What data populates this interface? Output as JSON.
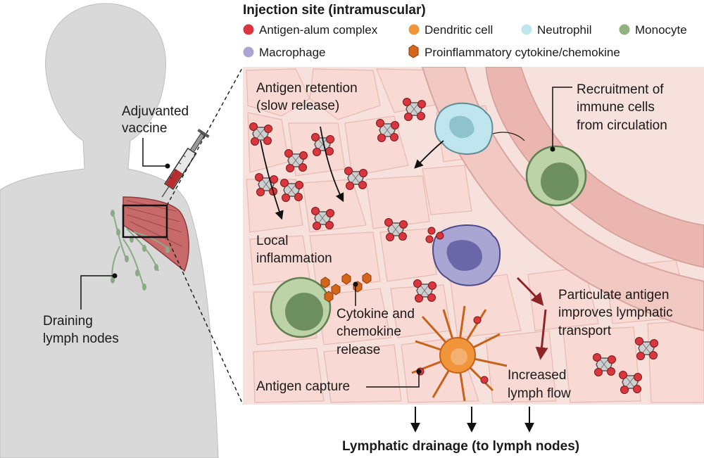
{
  "title": "Injection site (intramuscular)",
  "legend": [
    {
      "label": "Antigen-alum complex",
      "icon": "red-circle-icon",
      "color": "#d9363e"
    },
    {
      "label": "Dendritic cell",
      "icon": "orange-circle-icon",
      "color": "#f0953a"
    },
    {
      "label": "Neutrophil",
      "icon": "lightblue-circle-icon",
      "color": "#bfe6ee"
    },
    {
      "label": "Monocyte",
      "icon": "green-circle-icon",
      "color": "#8fb27e"
    },
    {
      "label": "Macrophage",
      "icon": "purple-circle-icon",
      "color": "#a9a6d4"
    },
    {
      "label": "Proinflammatory cytokine/chemokine",
      "icon": "orange-hexagon-icon",
      "color": "#d4661c"
    }
  ],
  "labels": {
    "vaccine": [
      "Adjuvanted",
      "vaccine"
    ],
    "lymph_nodes": [
      "Draining",
      "lymph nodes"
    ],
    "retention": [
      "Antigen retention",
      "(slow release)"
    ],
    "inflammation": [
      "Local",
      "inflammation"
    ],
    "recruitment": [
      "Recruitment of",
      "immune cells",
      "from circulation"
    ],
    "cytokine_release": [
      "Cytokine and",
      "chemokine",
      "release"
    ],
    "particulate": [
      "Particulate antigen",
      "improves lymphatic",
      "transport"
    ],
    "capture": [
      "Antigen capture"
    ],
    "lymph_flow": [
      "Increased",
      "lymph flow"
    ],
    "drainage": "Lymphatic drainage (to lymph nodes)"
  },
  "colors": {
    "tissue_bg": "#f6e1dd",
    "tissue_cell": "#f9d9d3",
    "tissue_edge": "#e7b9b1",
    "body_silhouette": "#d9d9d9",
    "muscle": "#c86a6a",
    "lymph": "#8aa985",
    "arrow_dark_red": "#8d2526"
  }
}
